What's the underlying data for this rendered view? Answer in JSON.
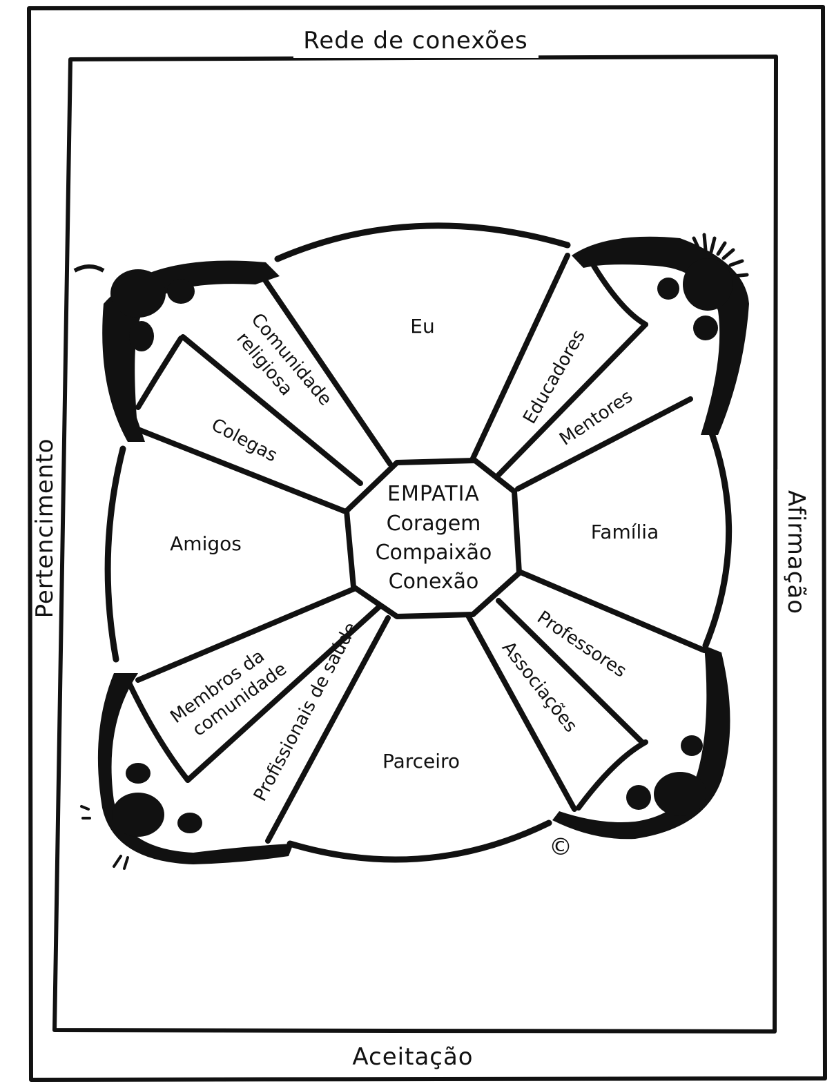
{
  "frame": {
    "top": "Rede de conexões",
    "bottom": "Aceitação",
    "left": "Pertencimento",
    "right": "Afirmação"
  },
  "core": {
    "line1": "EMPATIA",
    "line2": "Coragem",
    "line3": "Compaixão",
    "line4": "Conexão"
  },
  "segments": {
    "eu": "Eu",
    "familia": "Família",
    "parceiro": "Parceiro",
    "amigos": "Amigos",
    "comunidade_religiosa_1": "Comunidade",
    "comunidade_religiosa_2": "religiosa",
    "colegas": "Colegas",
    "educadores": "Educadores",
    "mentores": "Mentores",
    "professores": "Professores",
    "associacoes": "Associações",
    "profissionais_saude": "Profissionais de saúde",
    "membros_1": "Membros da",
    "membros_2": "comunidade"
  },
  "copyright": "©",
  "colors": {
    "ink": "#111111",
    "paper": "#ffffff"
  }
}
